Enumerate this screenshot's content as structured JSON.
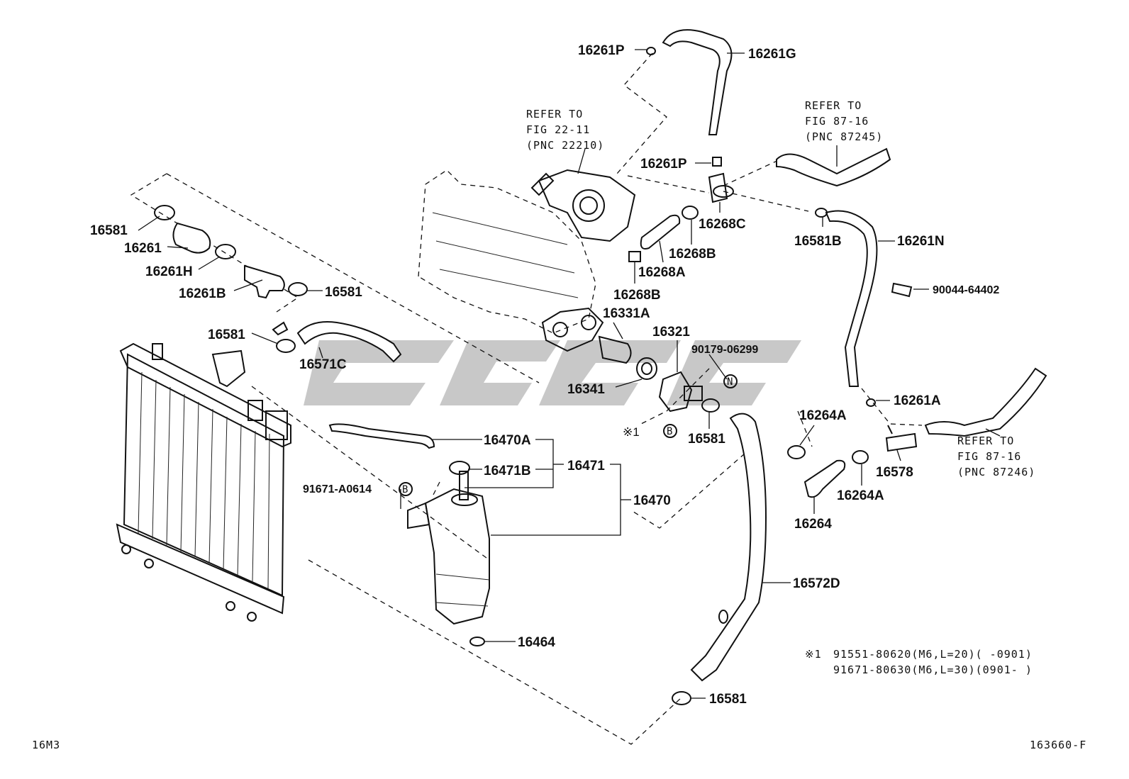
{
  "labels": {
    "l_16261P_top": "16261P",
    "l_16261G": "16261G",
    "l_16261P_mid": "16261P",
    "l_16268C": "16268C",
    "l_16268B_a": "16268B",
    "l_16268A": "16268A",
    "l_16268B_b": "16268B",
    "l_16331A": "16331A",
    "l_16321": "16321",
    "l_90179": "90179-06299",
    "l_16341": "16341",
    "l_16581_therm": "16581",
    "l_16581_l1": "16581",
    "l_16261": "16261",
    "l_16261H": "16261H",
    "l_16261B": "16261B",
    "l_16581_l2": "16581",
    "l_16581_l3": "16581",
    "l_16571C": "16571C",
    "l_16470A": "16470A",
    "l_16471B": "16471B",
    "l_16471": "16471",
    "l_16470": "16470",
    "l_91671": "91671-A0614",
    "l_16464": "16464",
    "l_16572D": "16572D",
    "l_16581_bottom": "16581",
    "l_16581B": "16581B",
    "l_16261N": "16261N",
    "l_90044": "90044-64402",
    "l_16261A": "16261A",
    "l_16264A_a": "16264A",
    "l_16264A_b": "16264A",
    "l_16578": "16578",
    "l_16264": "16264",
    "l_note1_mark": "※1"
  },
  "refs": {
    "throttle": [
      "REFER TO",
      "FIG 22-11",
      "(PNC 22210)"
    ],
    "upper_right": [
      "REFER TO",
      "FIG 87-16",
      "(PNC 87245)"
    ],
    "lower_right": [
      "REFER TO",
      "FIG 87-16",
      "(PNC 87246)"
    ]
  },
  "callouts": {
    "n": "N",
    "b1": "B",
    "b2": "B"
  },
  "footnote": {
    "mark": "※1",
    "line1": "91551-80620(M6,L=20)(      -0901)",
    "line2": "91671-80630(M6,L=30)(0901-      )"
  },
  "corner": {
    "bottom_left": "16M3",
    "bottom_right": "163660-F"
  }
}
